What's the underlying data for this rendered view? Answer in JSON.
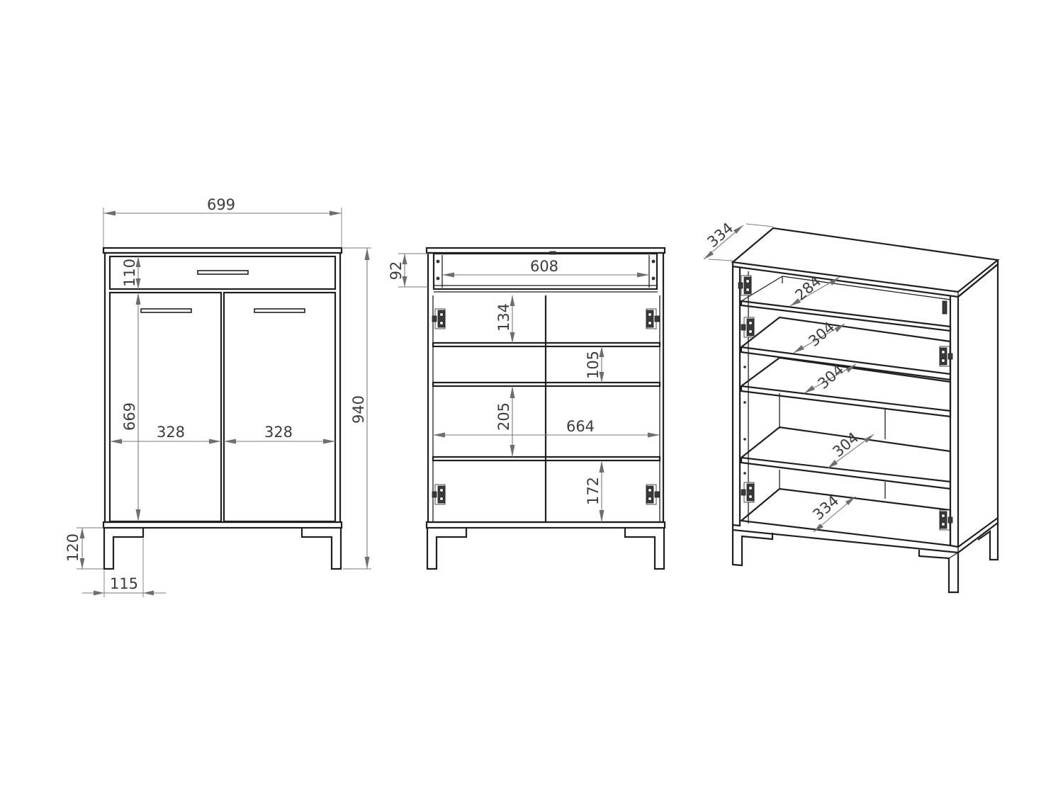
{
  "drawing": {
    "front_view": {
      "width": "699",
      "height": "940",
      "drawer_height": "110",
      "door_height": "669",
      "door_width_left": "328",
      "door_width_right": "328",
      "leg_height": "120",
      "leg_offset": "115"
    },
    "open_view": {
      "drawer_height": "92",
      "drawer_width": "608",
      "compartment_1": "134",
      "compartment_2": "105",
      "compartment_3": "205",
      "compartment_4": "172",
      "inner_width": "664"
    },
    "iso_view": {
      "depth": "334",
      "drawer_depth": "284",
      "shelf_1_depth": "304",
      "shelf_2_depth": "304",
      "shelf_3_depth": "304",
      "bottom_depth": "334"
    }
  }
}
